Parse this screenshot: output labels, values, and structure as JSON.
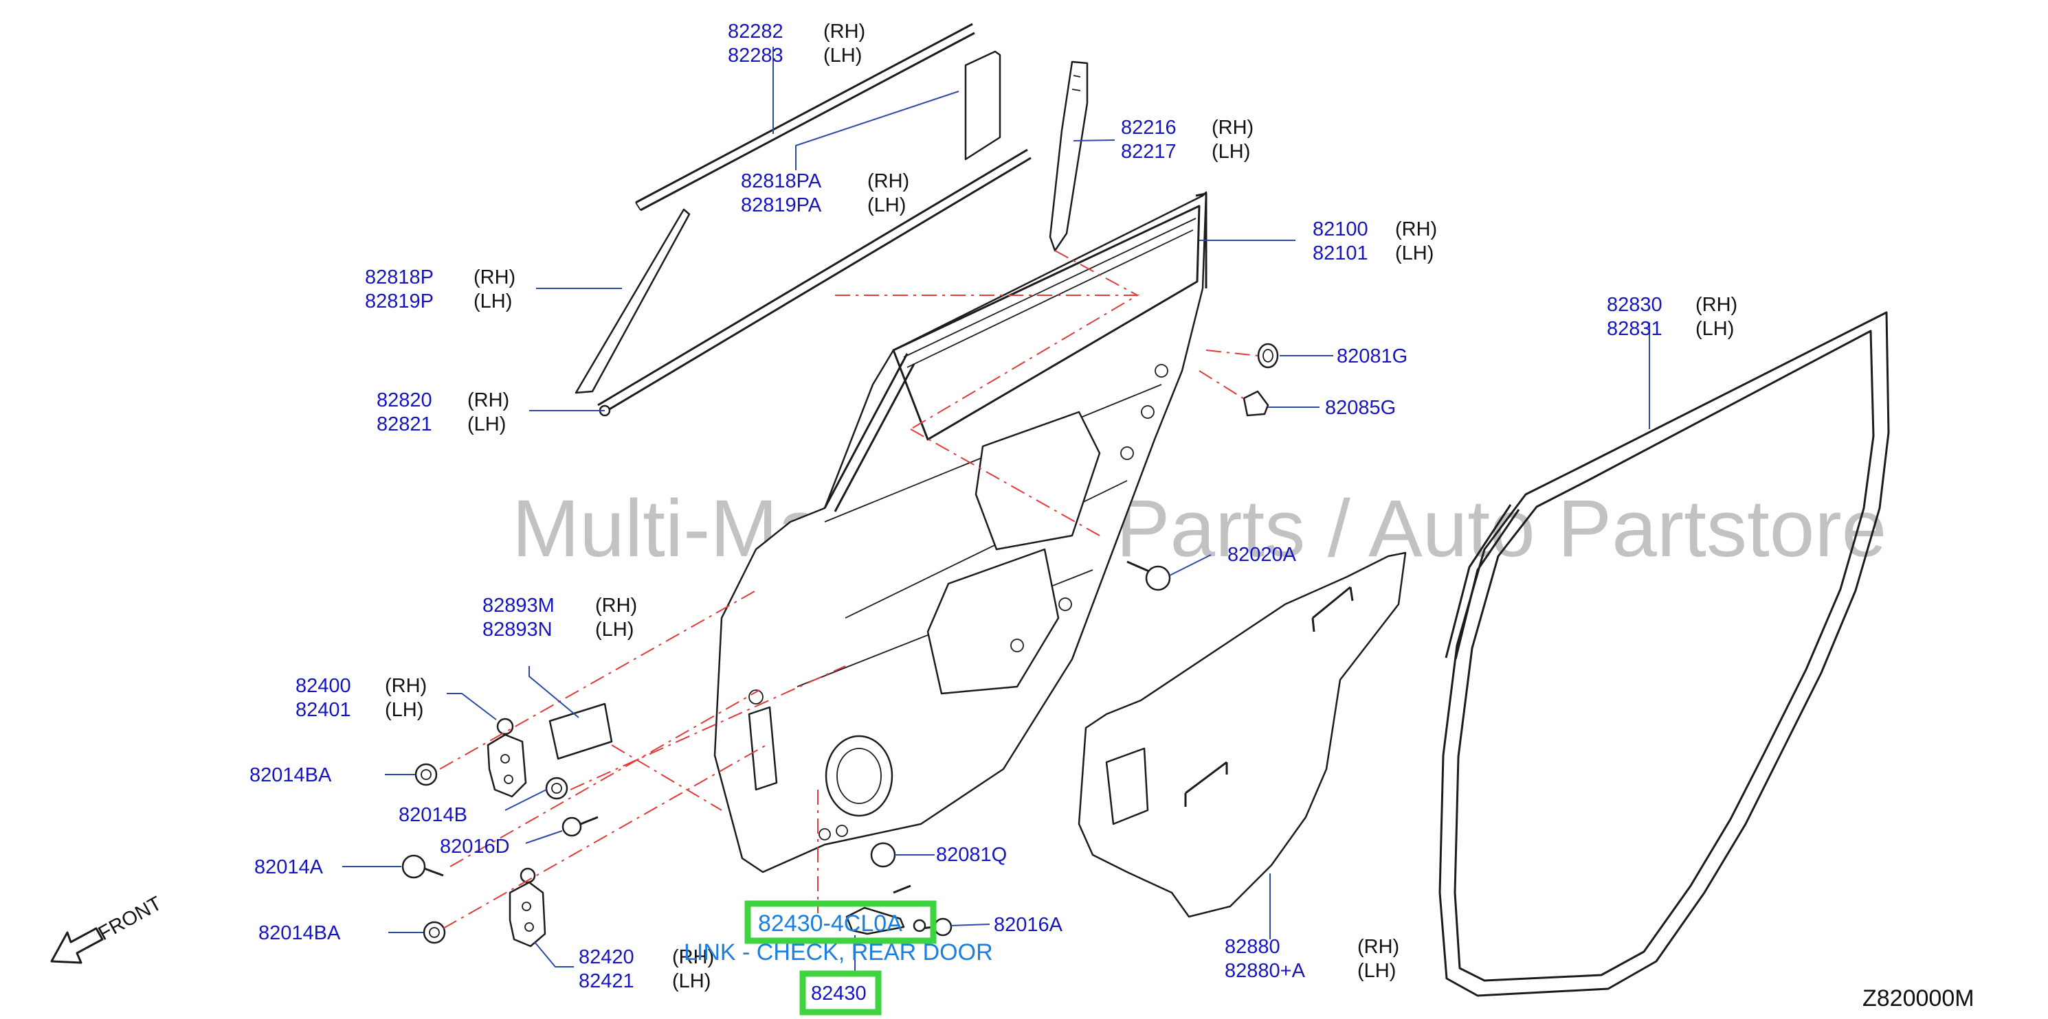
{
  "diagram": {
    "code": "Z820000M",
    "watermark": "Multi-Make Auto Parts / Auto Partstore",
    "front_label": "FRONT",
    "rh": "(RH)",
    "lh": "(LH)",
    "highlight": {
      "part": "82430-4CL0A",
      "description": "LINK - CHECK, REAR DOOR",
      "ref": "82430"
    },
    "parts": {
      "p82282": "82282",
      "p82283": "82283",
      "p82818PA": "82818PA",
      "p82819PA": "82819PA",
      "p82216": "82216",
      "p82217": "82217",
      "p82100": "82100",
      "p82101": "82101",
      "p82818P": "82818P",
      "p82819P": "82819P",
      "p82820": "82820",
      "p82821": "82821",
      "p82081G": "82081G",
      "p82085G": "82085G",
      "p82830": "82830",
      "p82831": "82831",
      "p82020A": "82020A",
      "p82893M": "82893M",
      "p82893N": "82893N",
      "p82400": "82400",
      "p82401": "82401",
      "p82014BA_top": "82014BA",
      "p82014B": "82014B",
      "p82016D": "82016D",
      "p82014A": "82014A",
      "p82014BA_bottom": "82014BA",
      "p82081Q": "82081Q",
      "p82016A": "82016A",
      "p82420": "82420",
      "p82421": "82421",
      "p82880": "82880",
      "p82880A": "82880+A"
    }
  }
}
